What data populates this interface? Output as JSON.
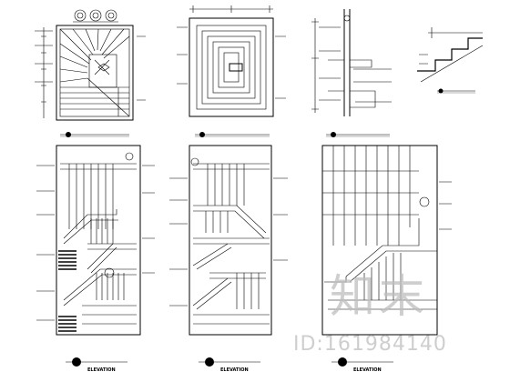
{
  "sheet": {
    "elevation_labels": [
      "ELEVATION",
      "ELEVATION",
      "ELEVATION"
    ]
  },
  "watermark": {
    "logo_text": "知末",
    "id_text": "ID:161984140"
  },
  "colors": {
    "line": "#000000",
    "background": "#ffffff",
    "watermark": "#bebebe"
  }
}
